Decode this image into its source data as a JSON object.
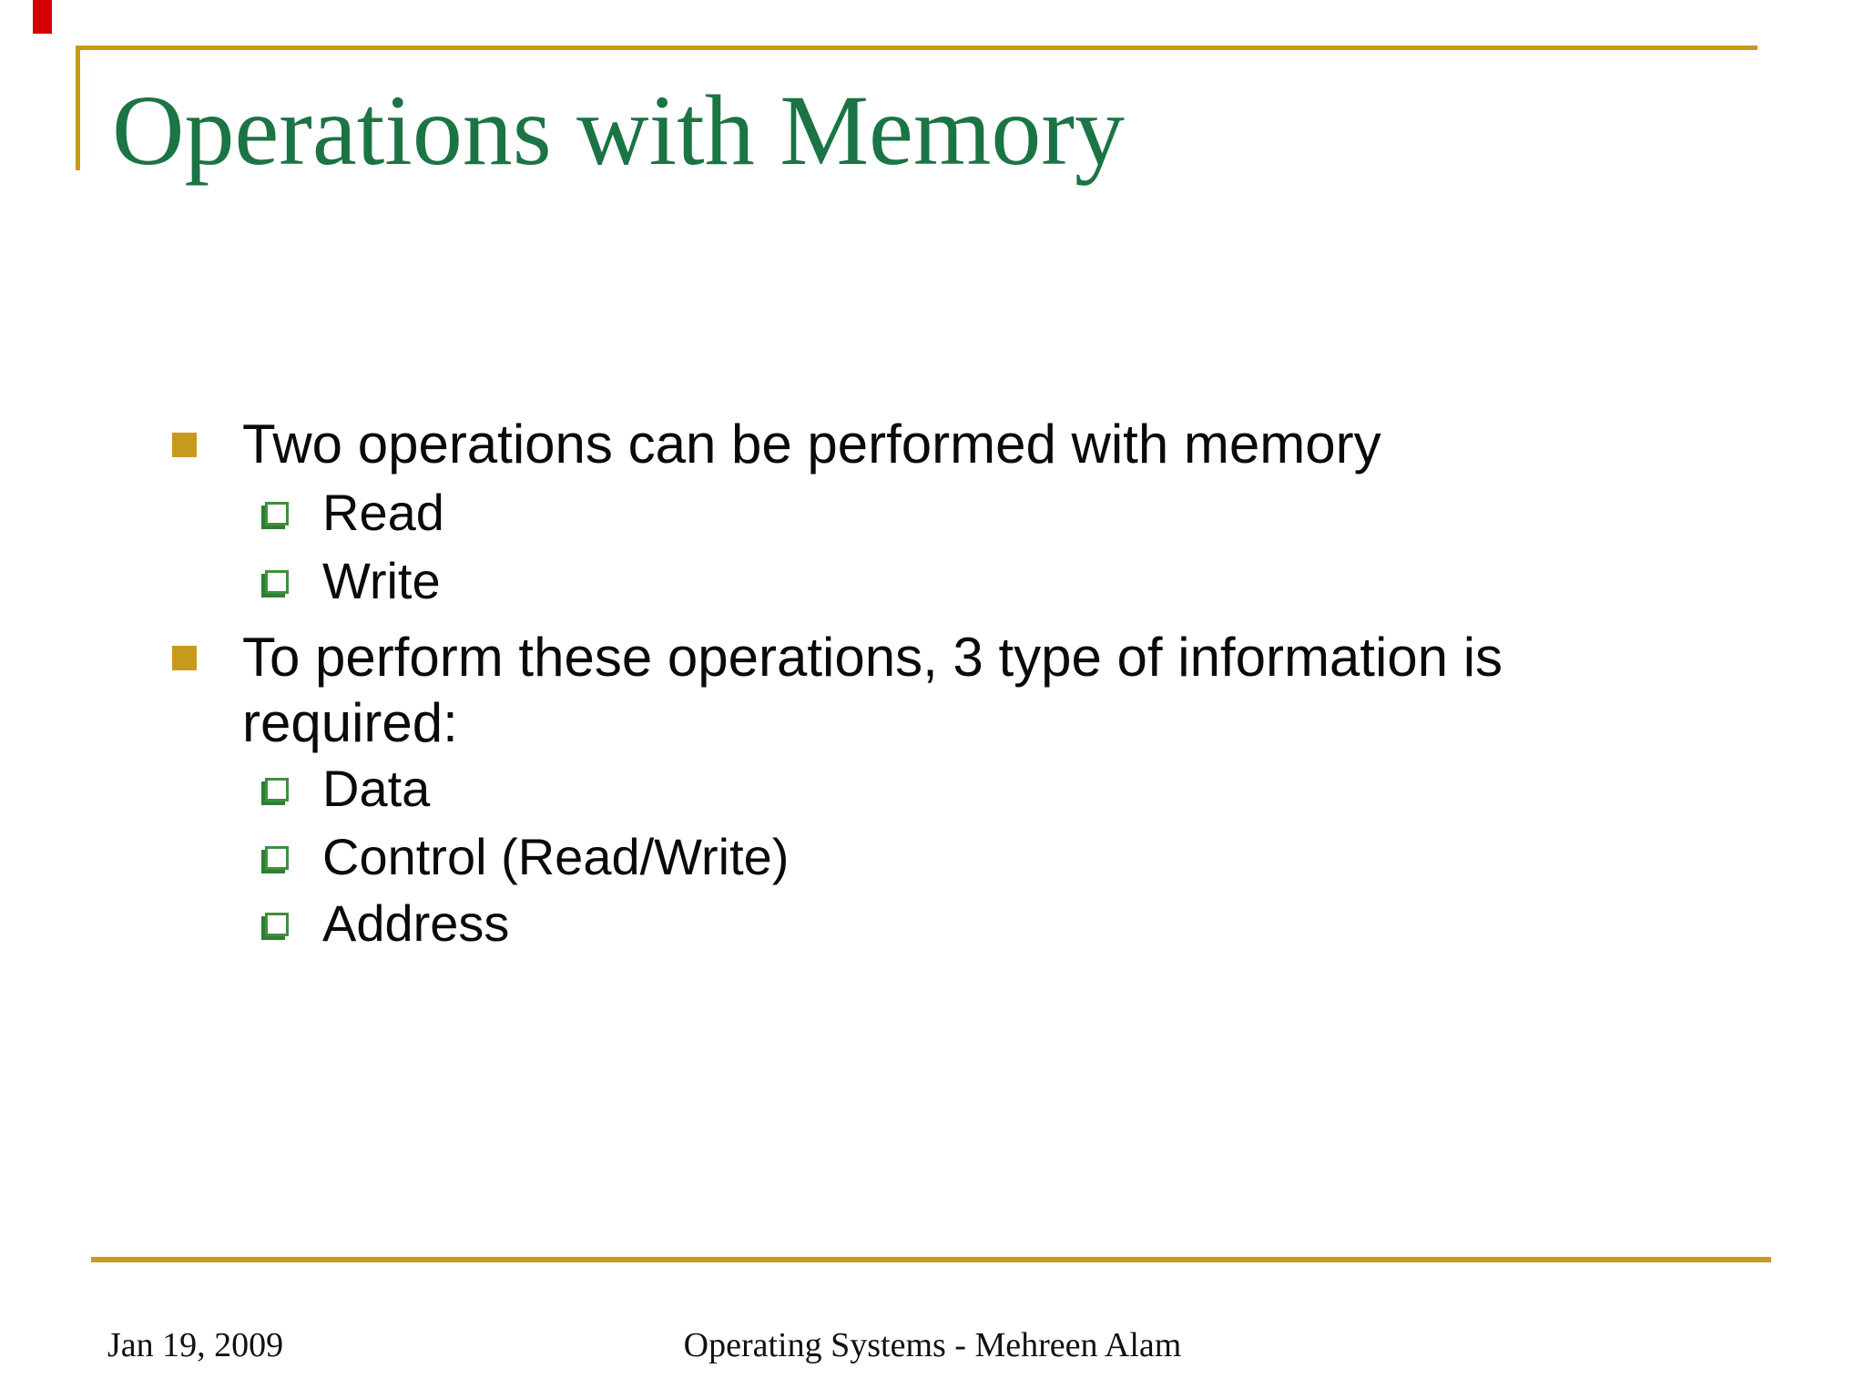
{
  "slide": {
    "title": "Operations with Memory",
    "bullets": [
      {
        "level": 1,
        "text": "Two operations can be performed with memory"
      },
      {
        "level": 2,
        "text": "Read"
      },
      {
        "level": 2,
        "text": "Write"
      },
      {
        "level": 1,
        "text": "To perform these operations, 3 type of information is\nrequired:"
      },
      {
        "level": 2,
        "text": "Data"
      },
      {
        "level": 2,
        "text": "Control (Read/Write)"
      },
      {
        "level": 2,
        "text": "Address"
      }
    ],
    "footer": {
      "date": "Jan 19, 2009",
      "center_text": "Operating Systems - Mehreen Alam"
    },
    "icons": {
      "level1_bullet": "gold-filled-square",
      "level2_bullet": "green-hollow-square-3d"
    },
    "colors": {
      "title_green": "#1B7444",
      "frame_gold": "#C79A1E",
      "sub_bullet_green": "#3F8F3F",
      "sub_bullet_shadow_green": "#2E7D32",
      "accent_red": "#D40000",
      "body_text": "#0A0A0A"
    }
  }
}
